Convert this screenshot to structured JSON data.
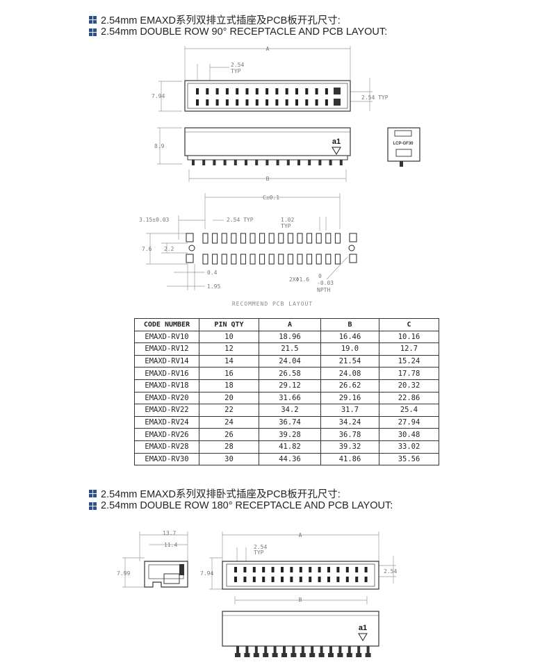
{
  "sections": [
    {
      "heading_cn": "2.54mm EMAXD系列双排立式插座及PCB板开孔尺寸:",
      "heading_en": "2.54mm DOUBLE ROW 90° RECEPTACLE AND PCB LAYOUT:"
    },
    {
      "heading_cn": "2.54mm EMAXD系列双排卧式插座及PCB板开孔尺寸:",
      "heading_en": "2.54mm DOUBLE ROW 180° RECEPTACLE AND PCB LAYOUT:"
    }
  ],
  "drawing1": {
    "dim_a": "A",
    "dim_pitch": "2.54",
    "dim_typ": "TYP",
    "dim_height": "7.94",
    "dim_pitch_typ": "2.54 TYP",
    "dim_side_height": "8.9",
    "dim_b": "B",
    "marking": "a1",
    "side_label": "LCP-GF30"
  },
  "layout1": {
    "dim_c": "C±0.1",
    "dim_offset": "3.15±0.03",
    "dim_pitch": "2.54 TYP",
    "dim_pad": "1.02",
    "dim_pad_typ": "TYP",
    "dim_76": "7.6",
    "dim_22": "2.2",
    "dim_04": "0.4",
    "dim_195": "1.95",
    "hole_prefix": "2XΦ1.6",
    "hole_tol_top": "0",
    "hole_tol_bottom": "-0.03",
    "hole_npth": "NPTH",
    "caption": "RECOMMEND PCB LAYOUT"
  },
  "table": {
    "headers": [
      "CODE NUMBER",
      "PIN QTY",
      "A",
      "B",
      "C"
    ],
    "rows": [
      [
        "EMAXD-RV10",
        "10",
        "18.96",
        "16.46",
        "10.16"
      ],
      [
        "EMAXD-RV12",
        "12",
        "21.5",
        "19.0",
        "12.7"
      ],
      [
        "EMAXD-RV14",
        "14",
        "24.04",
        "21.54",
        "15.24"
      ],
      [
        "EMAXD-RV16",
        "16",
        "26.58",
        "24.08",
        "17.78"
      ],
      [
        "EMAXD-RV18",
        "18",
        "29.12",
        "26.62",
        "20.32"
      ],
      [
        "EMAXD-RV20",
        "20",
        "31.66",
        "29.16",
        "22.86"
      ],
      [
        "EMAXD-RV22",
        "22",
        "34.2",
        "31.7",
        "25.4"
      ],
      [
        "EMAXD-RV24",
        "24",
        "36.74",
        "34.24",
        "27.94"
      ],
      [
        "EMAXD-RV26",
        "26",
        "39.28",
        "36.78",
        "30.48"
      ],
      [
        "EMAXD-RV28",
        "28",
        "41.82",
        "39.32",
        "33.02"
      ],
      [
        "EMAXD-RV30",
        "30",
        "44.36",
        "41.86",
        "35.56"
      ]
    ]
  },
  "drawing2": {
    "dim_137": "13.7",
    "dim_114": "11.4",
    "dim_799": "7.99",
    "dim_794": "7.94",
    "dim_a": "A",
    "dim_pitch": "2.54",
    "dim_typ": "TYP",
    "dim_pitch_right": "2.54",
    "dim_b": "B",
    "marking": "a1"
  }
}
